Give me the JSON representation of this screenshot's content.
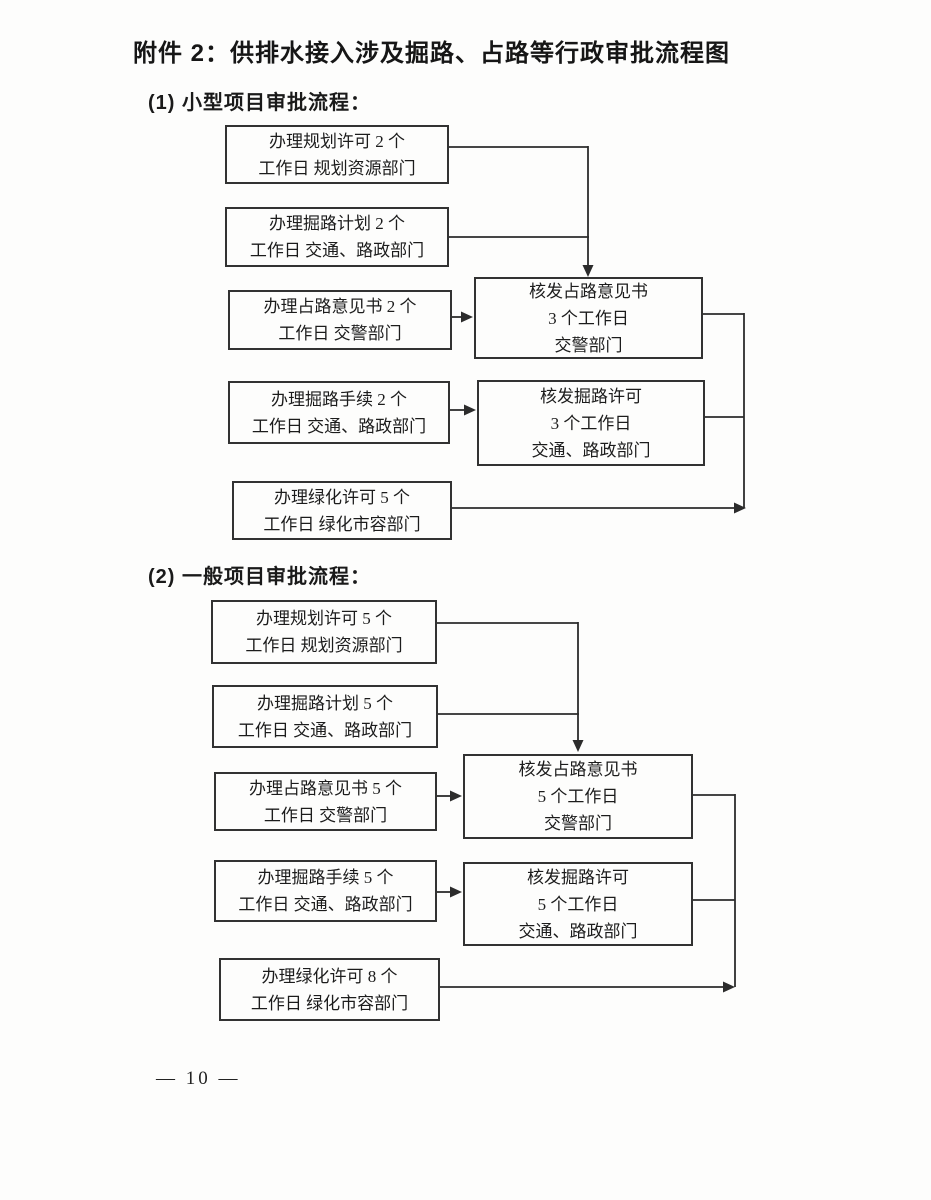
{
  "page": {
    "title": "附件 2：供排水接入涉及掘路、占路等行政审批流程图",
    "page_number": "— 10 —"
  },
  "colors": {
    "ink": "#1d1d1d",
    "box_border": "#323232",
    "paper": "#fdfdfc",
    "connector": "#2c2c2c"
  },
  "sections": [
    {
      "heading": "(1) 小型项目审批流程：",
      "boxes": [
        {
          "name": "apply-planning-permit",
          "lines": [
            "办理规划许可 2 个",
            "工作日 规划资源部门"
          ]
        },
        {
          "name": "apply-road-dig-plan",
          "lines": [
            "办理掘路计划 2 个",
            "工作日 交通、路政部门"
          ]
        },
        {
          "name": "apply-road-occupation-opinion",
          "lines": [
            "办理占路意见书 2 个",
            "工作日 交警部门"
          ]
        },
        {
          "name": "issue-road-occupation-opinion",
          "lines": [
            "核发占路意见书",
            "3 个工作日",
            "交警部门"
          ]
        },
        {
          "name": "apply-road-dig-procedure",
          "lines": [
            "办理掘路手续 2 个",
            "工作日 交通、路政部门"
          ]
        },
        {
          "name": "issue-road-dig-permit",
          "lines": [
            "核发掘路许可",
            "3 个工作日",
            "交通、路政部门"
          ]
        },
        {
          "name": "apply-greening-permit",
          "lines": [
            "办理绿化许可 5 个",
            "工作日 绿化市容部门"
          ]
        }
      ]
    },
    {
      "heading": "(2) 一般项目审批流程：",
      "boxes": [
        {
          "name": "apply-planning-permit",
          "lines": [
            "办理规划许可 5 个",
            "工作日 规划资源部门"
          ]
        },
        {
          "name": "apply-road-dig-plan",
          "lines": [
            "办理掘路计划 5 个",
            "工作日 交通、路政部门"
          ]
        },
        {
          "name": "apply-road-occupation-opinion",
          "lines": [
            "办理占路意见书 5 个",
            "工作日 交警部门"
          ]
        },
        {
          "name": "issue-road-occupation-opinion",
          "lines": [
            "核发占路意见书",
            "5 个工作日",
            "交警部门"
          ]
        },
        {
          "name": "apply-road-dig-procedure",
          "lines": [
            "办理掘路手续 5 个",
            "工作日 交通、路政部门"
          ]
        },
        {
          "name": "issue-road-dig-permit",
          "lines": [
            "核发掘路许可",
            "5 个工作日",
            "交通、路政部门"
          ]
        },
        {
          "name": "apply-greening-permit",
          "lines": [
            "办理绿化许可 8 个",
            "工作日 绿化市容部门"
          ]
        }
      ]
    }
  ]
}
